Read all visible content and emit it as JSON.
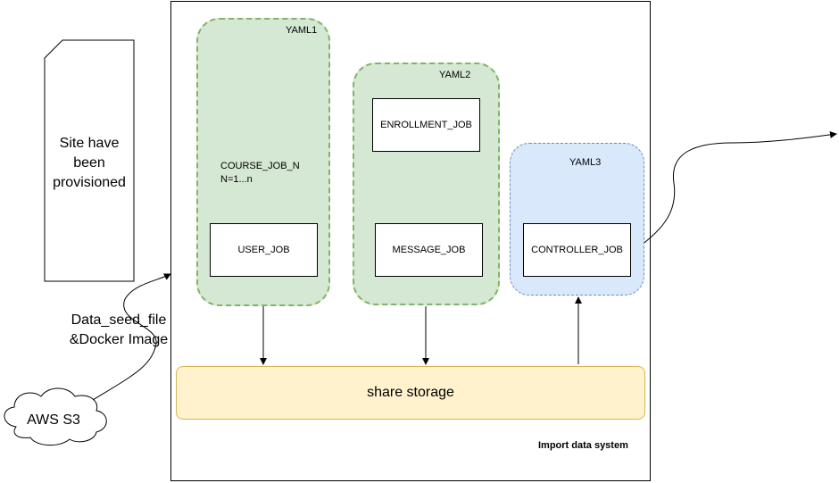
{
  "site_card": {
    "text_lines": [
      "Site have",
      "been",
      "provisioned"
    ]
  },
  "source": {
    "cloud_label": "AWS S3",
    "payload_lines": [
      "Data_seed_file",
      "&Docker Image"
    ]
  },
  "system": {
    "label": "Import data system"
  },
  "groups": {
    "yaml1": {
      "label": "YAML1",
      "course_job_lines": [
        "COURSE_JOB_N",
        "N=1...n"
      ],
      "user_job": "USER_JOB"
    },
    "yaml2": {
      "label": "YAML2",
      "enrollment_job": "ENROLLMENT_JOB",
      "message_job": "MESSAGE_JOB"
    },
    "yaml3": {
      "label": "YAML3",
      "controller_job": "CONTROLLER_JOB"
    }
  },
  "storage": {
    "label": "share storage"
  },
  "colors": {
    "green_fill": "#d5e8d4",
    "green_stroke": "#82b366",
    "blue_fill": "#dae8fc",
    "blue_stroke": "#6c8ebf",
    "storage_fill": "#fff2cc",
    "storage_stroke": "#d6b656"
  }
}
